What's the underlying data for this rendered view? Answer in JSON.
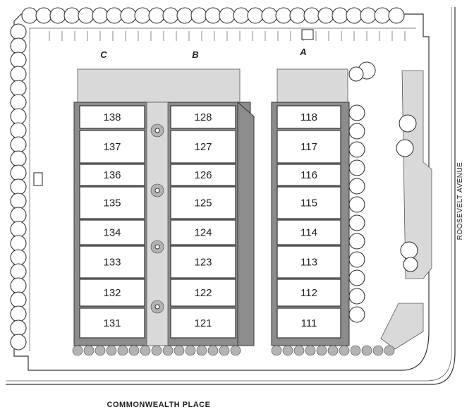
{
  "buildings": [
    {
      "label": "C",
      "units": [
        "138",
        "137",
        "136",
        "135",
        "134",
        "133",
        "132",
        "131"
      ]
    },
    {
      "label": "B",
      "units": [
        "128",
        "127",
        "126",
        "125",
        "124",
        "123",
        "122",
        "121"
      ]
    },
    {
      "label": "A",
      "units": [
        "118",
        "117",
        "116",
        "115",
        "114",
        "113",
        "112",
        "111"
      ]
    }
  ],
  "streets": {
    "bottom": "COMMONWEALTH PLACE",
    "right": "ROOSEVELT AVENUE"
  }
}
